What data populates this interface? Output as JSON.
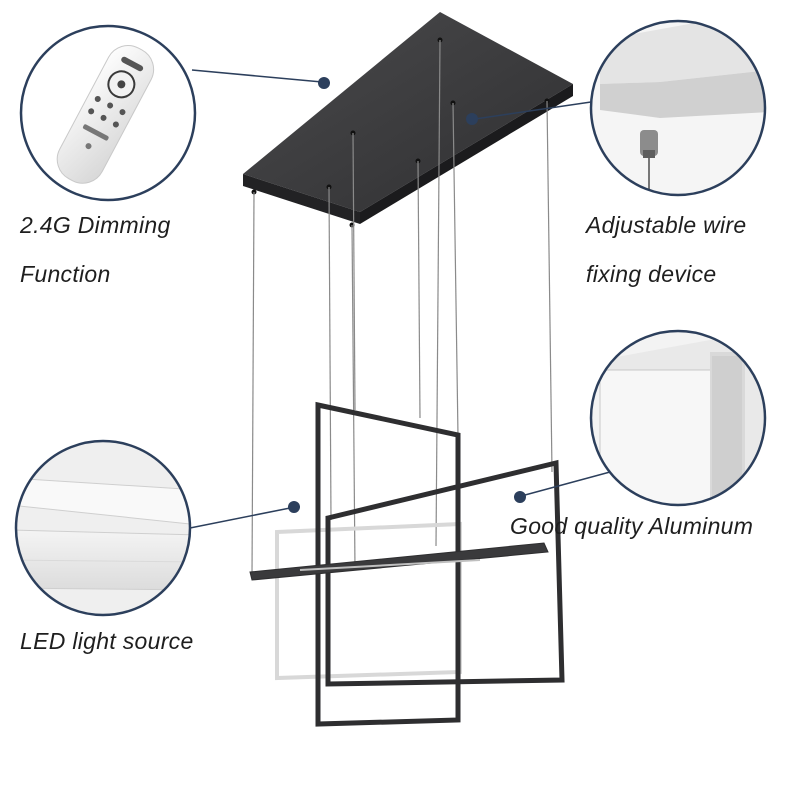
{
  "callouts": {
    "dimming": {
      "line1": "2.4G Dimming",
      "line2": "Function",
      "icon": "remote-control-icon"
    },
    "wire": {
      "line1": "Adjustable wire",
      "line2": "fixing device",
      "icon": "wire-fixing-icon"
    },
    "aluminum": {
      "text": "Good quality Aluminum",
      "icon": "aluminum-profile-icon"
    },
    "led": {
      "text": "LED light source",
      "icon": "led-strip-icon"
    }
  },
  "colors": {
    "callout_ring": "#2c3f5c",
    "canopy": "#3a3a3c",
    "frame": "#2e2e30",
    "wire": "#8a8a8a",
    "text": "#1e1e1e"
  }
}
